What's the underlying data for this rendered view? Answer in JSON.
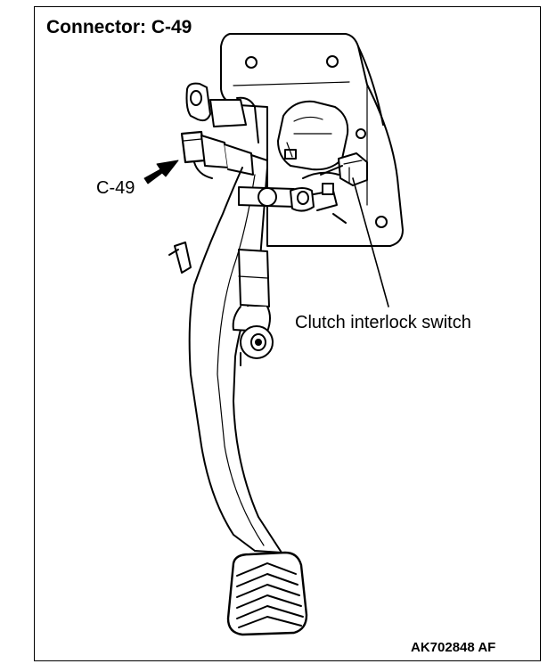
{
  "figure": {
    "title": "Connector: C-49",
    "callouts": {
      "connector": "C-49",
      "switch": "Clutch interlock switch"
    },
    "figure_code": "AK702848 AF"
  },
  "colors": {
    "ink": "#000000",
    "paper": "#ffffff"
  }
}
